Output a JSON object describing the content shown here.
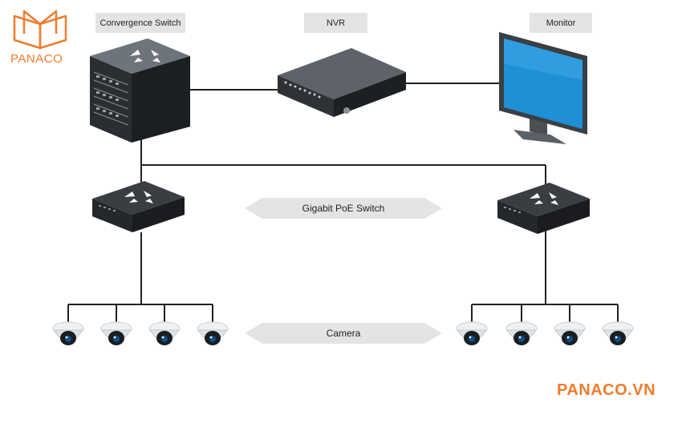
{
  "logo": {
    "text": "PANACO",
    "color": "#f07c2d"
  },
  "labels": {
    "convergence_switch": "Convergence Switch",
    "nvr": "NVR",
    "monitor": "Monitor",
    "gigabit_poe_switch": "Gigabit PoE Switch",
    "camera": "Camera"
  },
  "brand_url": "PANACO.VN",
  "colors": {
    "accent": "#f07c2d",
    "line": "#222222",
    "label_bg": "#e4e4e4",
    "device_dark": "#2b2f33",
    "screen_blue": "#1f8fd6"
  },
  "icons": [
    "open-book-logo-icon",
    "convergence-switch-icon",
    "nvr-icon",
    "monitor-icon",
    "poe-switch-icon",
    "dome-camera-icon"
  ]
}
